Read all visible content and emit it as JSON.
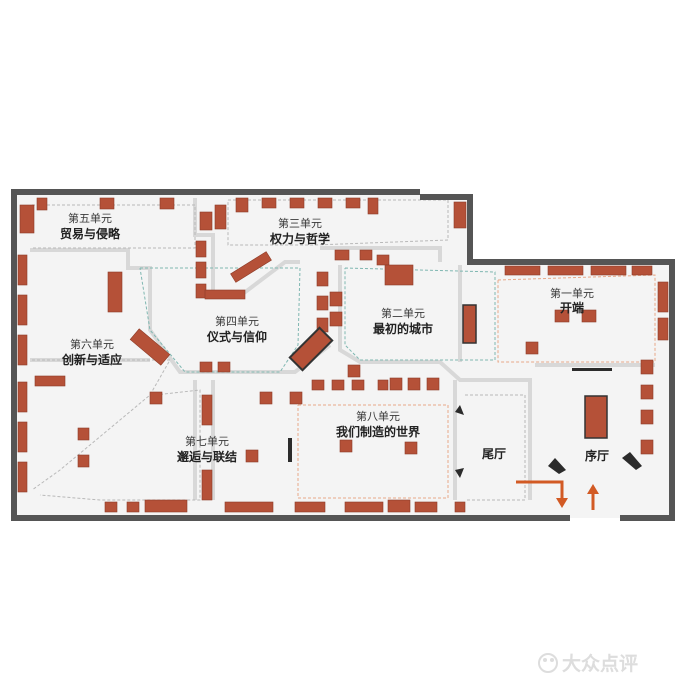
{
  "colors": {
    "exhibit": "#b55138",
    "exhibit_stroke": "#8d3c28",
    "wall": "#555555",
    "room_fill": "#f4f4f4",
    "zone_line_teal": "#7fb7b1",
    "zone_line_orange": "#e7a889",
    "zone_line_gray": "#b9b9b9",
    "arrow": "#d25a24",
    "watermark": "#dddddd"
  },
  "units": [
    {
      "id": "unit1",
      "number": "第一单元",
      "name": "开端"
    },
    {
      "id": "unit2",
      "number": "第二单元",
      "name": "最初的城市"
    },
    {
      "id": "unit3",
      "number": "第三单元",
      "name": "权力与哲学"
    },
    {
      "id": "unit4",
      "number": "第四单元",
      "name": "仪式与信仰"
    },
    {
      "id": "unit5",
      "number": "第五单元",
      "name": "贸易与侵略"
    },
    {
      "id": "unit6",
      "number": "第六单元",
      "name": "创新与适应"
    },
    {
      "id": "unit7",
      "number": "第七单元",
      "name": "邂逅与联结"
    },
    {
      "id": "unit8",
      "number": "第八单元",
      "name": "我们制造的世界"
    }
  ],
  "halls": {
    "preface": "序厅",
    "tail": "尾厅"
  },
  "watermark": {
    "text": "大众点评",
    "icon": "dianping-logo-icon"
  },
  "icons": {
    "entrance": "entrance-arrow-icon",
    "exit": "exit-arrow-icon"
  }
}
